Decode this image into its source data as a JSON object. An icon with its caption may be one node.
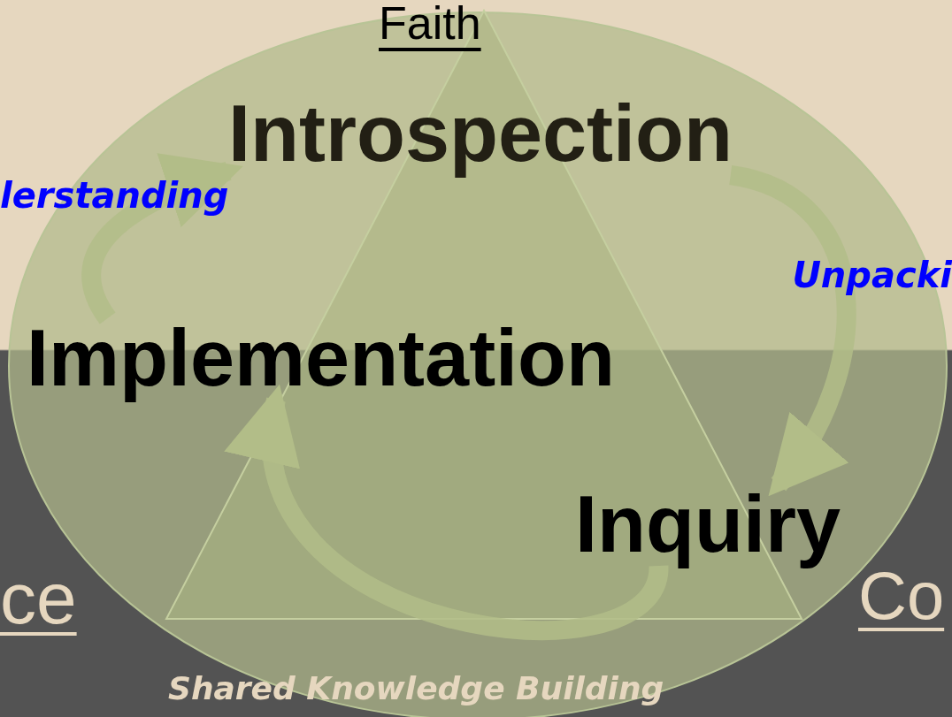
{
  "diagram": {
    "nodes": [
      {
        "text": [
          "Introspection"
        ]
      },
      {
        "text": [
          "Implementation"
        ]
      },
      {
        "text": [
          "Inquiry"
        ]
      }
    ],
    "edges": [
      {
        "from": 0,
        "to": 2,
        "arrow": "to",
        "label": "Unpacki"
      },
      {
        "from": 2,
        "to": 1,
        "arrow": "to",
        "label": "Shared Knowledge Building"
      },
      {
        "from": 1,
        "to": 0,
        "arrow": "to",
        "label": "lerstanding"
      }
    ],
    "labels": [
      "Faith",
      "ce",
      "Co"
    ]
  }
}
